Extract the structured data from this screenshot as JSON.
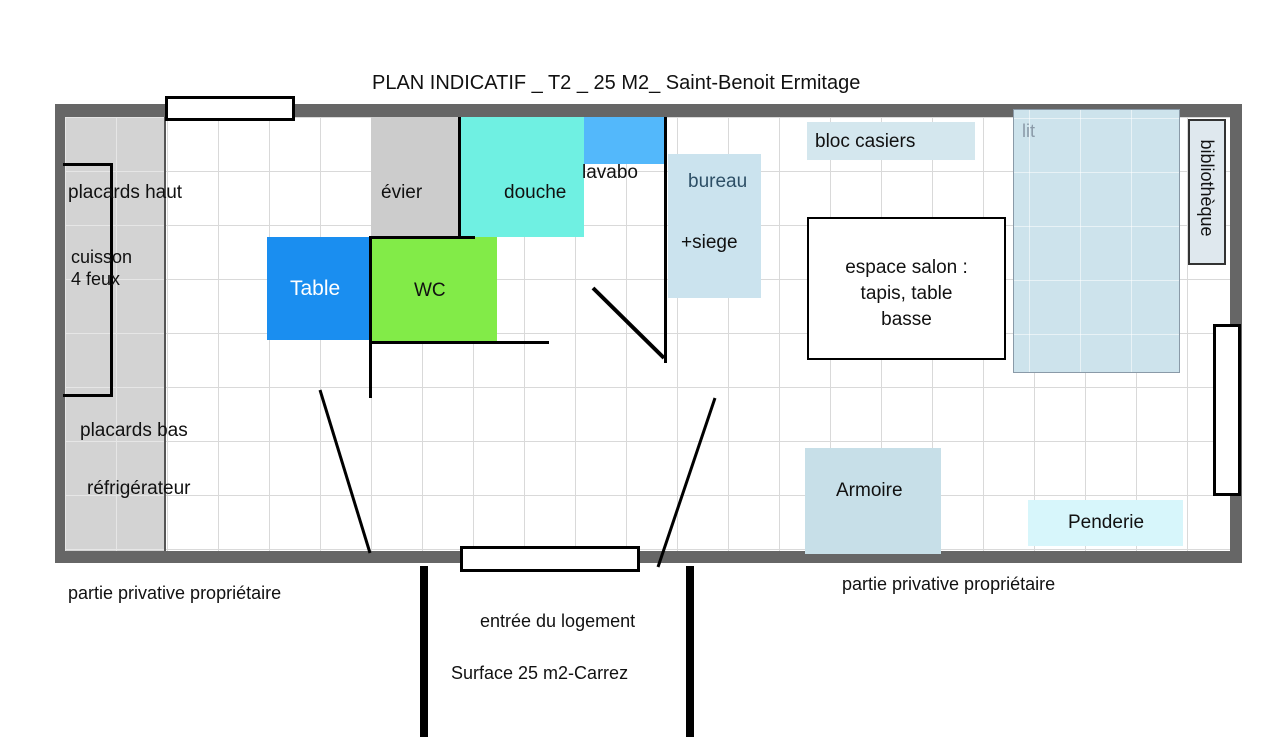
{
  "title": "PLAN INDICATIF _ T2 _ 25 M2_ Saint-Benoit Ermitage",
  "colors": {
    "wall": "#666666",
    "grid": "#d9d9d9",
    "kitchen_strip": "#d3d3d3",
    "evier": "#cccccc",
    "douche": "#6ff0e2",
    "lavabo": "#53b8fb",
    "table": "#1a8ef0",
    "wc": "#82eb48",
    "bureau": "#cbe3ee",
    "bloc_casiers": "#d4e7ee",
    "lit": "#cde3ec",
    "armoire": "#c7dfe8",
    "penderie": "#d7f6fb"
  },
  "labels": {
    "placards_haut": "placards haut",
    "cuisson": "cuisson",
    "cuisson_line2": "4 feux",
    "placards_bas": "placards bas",
    "refrigerateur": "réfrigérateur",
    "evier": "évier",
    "douche": "douche",
    "lavabo": "lavabo",
    "table": "Table",
    "wc": "WC",
    "bureau": "bureau",
    "siege": "+siege",
    "bloc_casiers": "bloc casiers",
    "espace_salon": "espace salon :",
    "espace_salon_line2": "tapis, table",
    "espace_salon_line3": "basse",
    "lit": "lit",
    "bibliotheque": "bibliothèque",
    "armoire": "Armoire",
    "penderie": "Penderie",
    "privative_left": "partie privative propriétaire",
    "privative_right": "partie privative propriétaire",
    "entree": "entrée du logement",
    "surface": "Surface 25 m2-Carrez"
  }
}
